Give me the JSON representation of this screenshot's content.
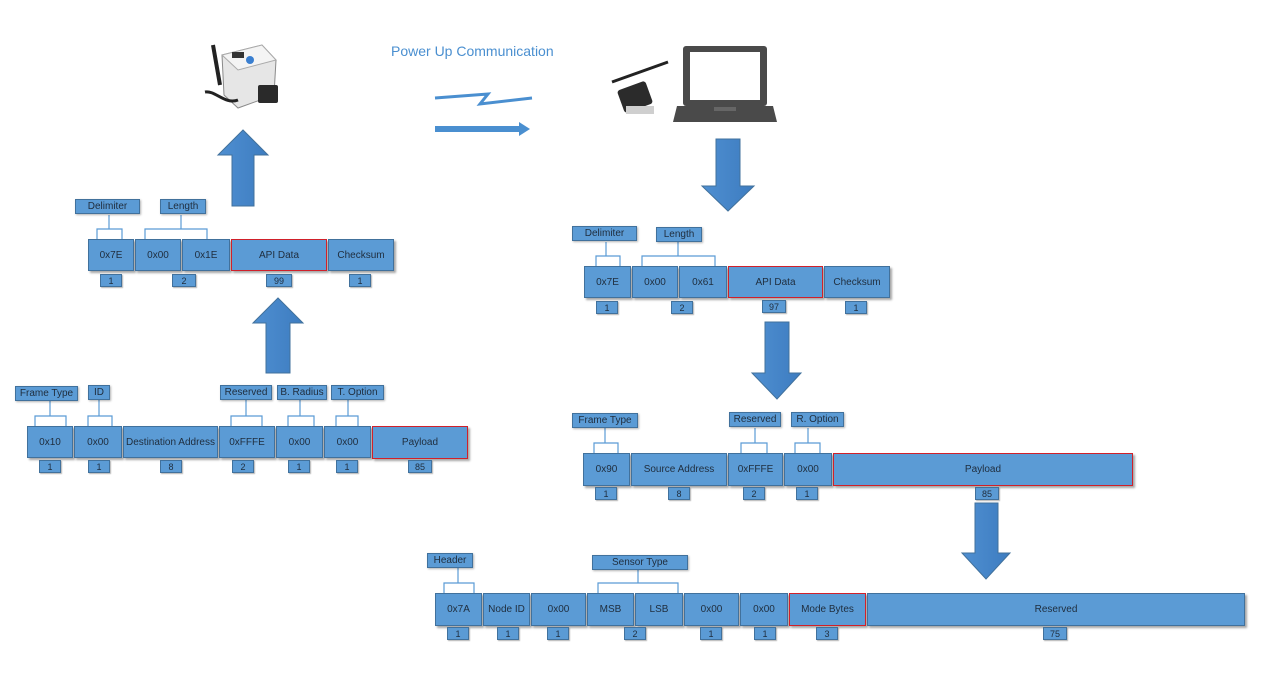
{
  "title": "Power Up Communication",
  "left_frame": {
    "tags": [
      "Delimiter",
      "Length"
    ],
    "cells": [
      "0x7E",
      "0x00",
      "0x1E",
      "API Data",
      "Checksum"
    ],
    "sizes": [
      "1",
      "2",
      "99",
      "1"
    ]
  },
  "left_api": {
    "tags": [
      "Frame Type",
      "ID",
      "Reserved",
      "B. Radius",
      "T. Option"
    ],
    "cells": [
      "0x10",
      "0x00",
      "Destination Address",
      "0xFFFE",
      "0x00",
      "0x00",
      "Payload"
    ],
    "sizes": [
      "1",
      "1",
      "8",
      "2",
      "1",
      "1",
      "85"
    ]
  },
  "right_frame": {
    "tags": [
      "Delimiter",
      "Length"
    ],
    "cells": [
      "0x7E",
      "0x00",
      "0x61",
      "API Data",
      "Checksum"
    ],
    "sizes": [
      "1",
      "2",
      "97",
      "1"
    ]
  },
  "right_api": {
    "tags": [
      "Frame Type",
      "Reserved",
      "R. Option"
    ],
    "cells": [
      "0x90",
      "Source Address",
      "0xFFFE",
      "0x00",
      "Payload"
    ],
    "sizes": [
      "1",
      "8",
      "2",
      "1",
      "85"
    ]
  },
  "payload": {
    "tags": [
      "Header",
      "Sensor Type"
    ],
    "cells": [
      "0x7A",
      "Node ID",
      "0x00",
      "MSB",
      "LSB",
      "0x00",
      "0x00",
      "Mode Bytes",
      "Reserved"
    ],
    "sizes": [
      "1",
      "1",
      "1",
      "2",
      "1",
      "1",
      "3",
      "75"
    ]
  },
  "colors": {
    "block": "#5b9bd5",
    "highlight": "#d0202a",
    "title": "#4a8fd0"
  }
}
